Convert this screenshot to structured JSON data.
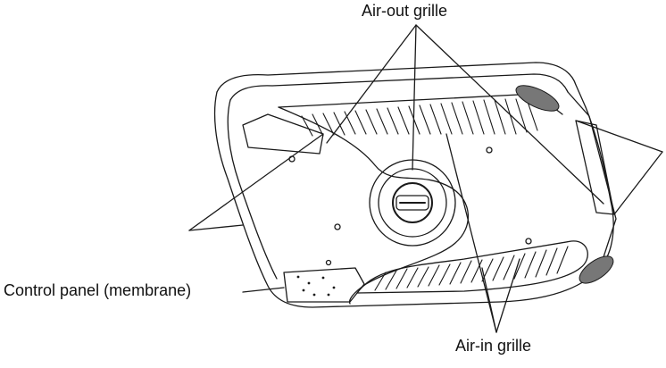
{
  "labels": {
    "air_out": "Air-out grille",
    "control_panel": "Control panel (membrane)",
    "air_in": "Air-in grille"
  },
  "colors": {
    "line": "#1a1a1a",
    "body_fill": "#ffffff",
    "shade": "#555555"
  }
}
